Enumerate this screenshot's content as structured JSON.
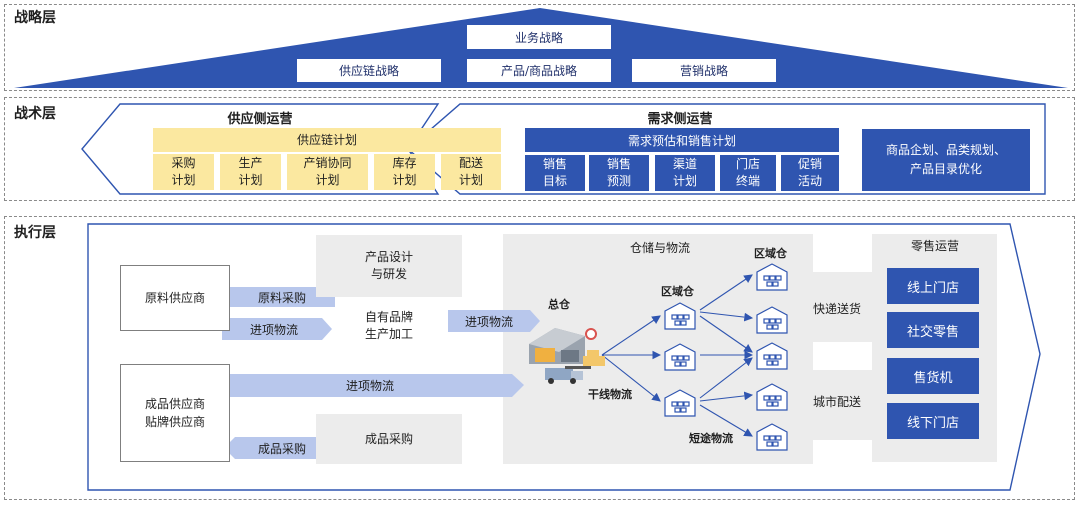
{
  "colors": {
    "blue": "#2f55b0",
    "lightblue": "#b8c7ec",
    "yellow": "#fbe8a0",
    "grey": "#ececec"
  },
  "strategy": {
    "label": "战略层",
    "business": "业务战略",
    "supply_chain": "供应链战略",
    "product": "产品/商品战略",
    "marketing": "营销战略"
  },
  "tactics": {
    "label": "战术层",
    "supply_side": {
      "title": "供应侧运营",
      "plan": "供应链计划",
      "items": [
        "采购\n计划",
        "生产\n计划",
        "产销协同\n计划",
        "库存\n计划",
        "配送\n计划"
      ]
    },
    "demand_side": {
      "title": "需求侧运营",
      "plan": "需求预估和销售计划",
      "items": [
        "销售\n目标",
        "销售\n预测",
        "渠道\n计划",
        "门店\n终端",
        "促销\n活动"
      ]
    },
    "product_planning": "商品企划、品类规划、\n产品目录优化"
  },
  "execution": {
    "label": "执行层",
    "raw_supplier": "原料供应商",
    "finished_supplier": "成品供应商\n贴牌供应商",
    "raw_purchase": "原料采购",
    "inbound1": "进项物流",
    "inbound2": "进项物流",
    "inbound3": "进项物流",
    "finished_purchase_arrow": "成品采购",
    "design": "产品设计\n与研发",
    "own_brand": "自有品牌\n生产加工",
    "finished_purchase": "成品采购",
    "warehouse": {
      "title": "仓储与物流",
      "main": "总仓",
      "regional1": "区域仓",
      "regional2": "区域仓",
      "trunk": "干线物流",
      "short": "短途物流"
    },
    "express": "快递送货",
    "city": "城市配送",
    "retail": {
      "title": "零售运营",
      "items": [
        "线上门店",
        "社交零售",
        "售货机",
        "线下门店"
      ]
    }
  }
}
